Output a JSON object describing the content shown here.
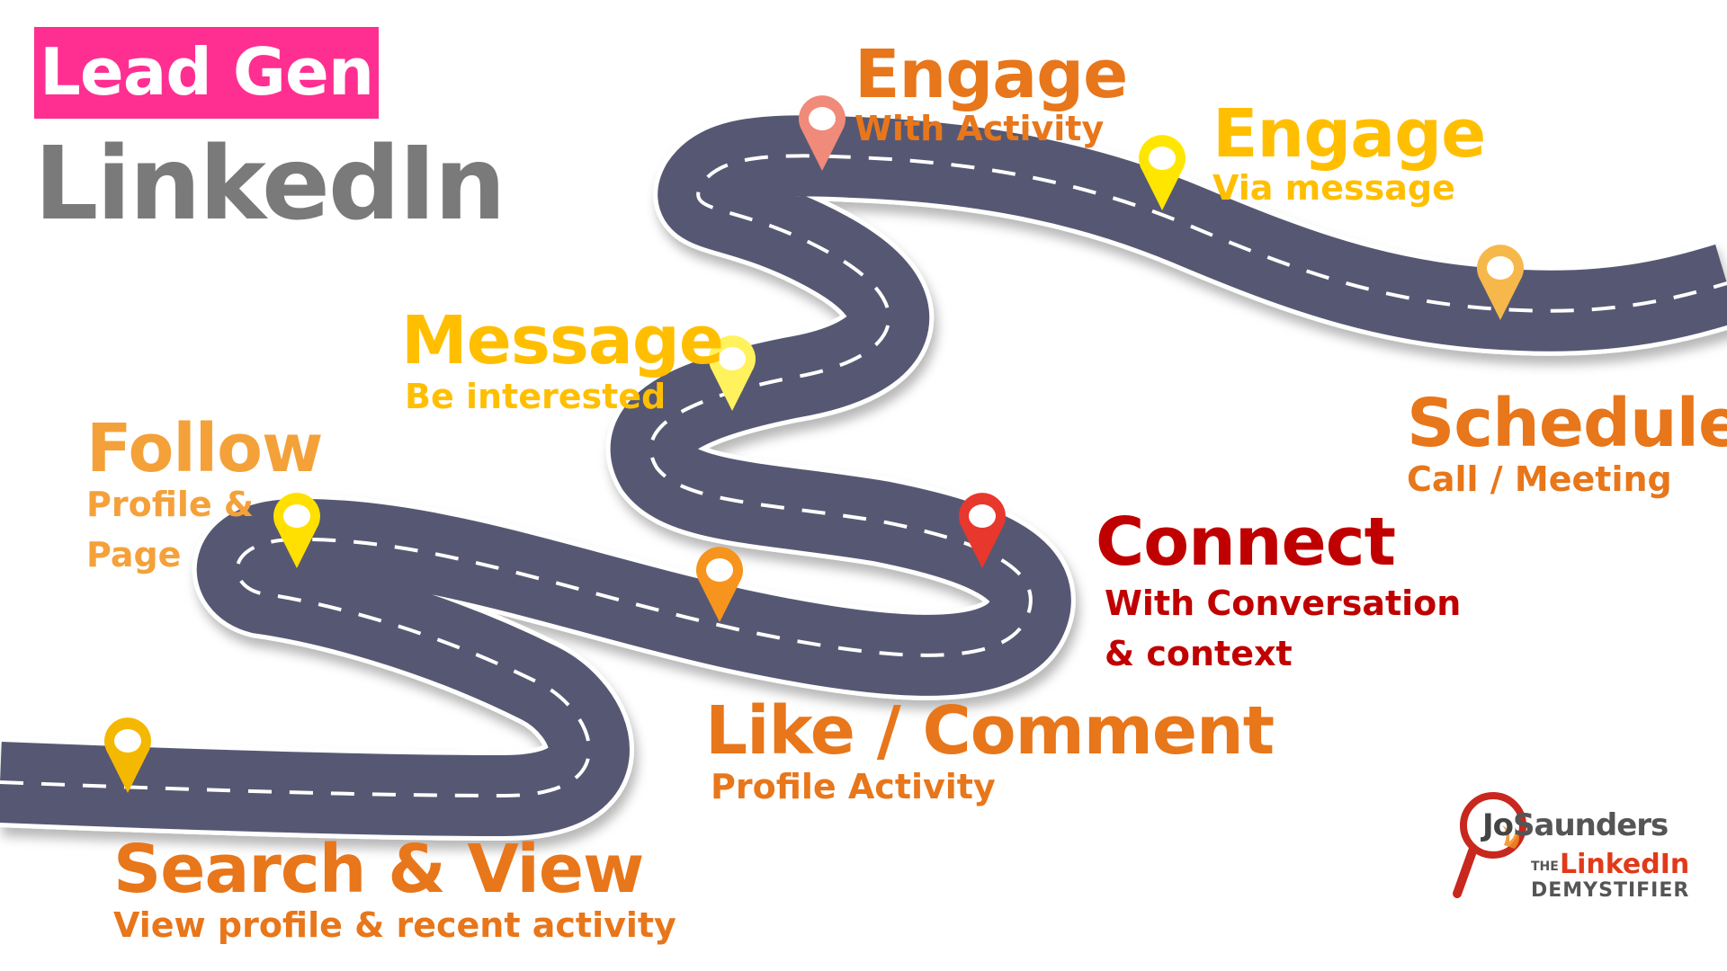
{
  "title": {
    "tag": "Lead Gen",
    "platform": "LinkedIn"
  },
  "steps": [
    {
      "heading": "Search & View",
      "sub": "View profile & recent activity"
    },
    {
      "heading": "Follow",
      "sub1": "Profile &",
      "sub2": "Page"
    },
    {
      "heading": "Like / Comment",
      "sub": "Profile Activity"
    },
    {
      "heading": "Connect",
      "sub1": "With Conversation",
      "sub2": "& context"
    },
    {
      "heading": "Message",
      "sub": "Be interested"
    },
    {
      "heading": "Engage",
      "sub": "With Activity"
    },
    {
      "heading": "Engage",
      "sub": "Via message"
    },
    {
      "heading": "Schedule",
      "sub": "Call / Meeting"
    }
  ],
  "logo": {
    "first": "Jo",
    "last": "Saunders",
    "the": "THE",
    "brand": "LinkedIn",
    "tagline": "DEMYSTIFIER"
  },
  "colors": {
    "road": "#565873",
    "lane": "#ffffff",
    "accent": "#ff2f92",
    "orange": "#e8761a",
    "amber": "#ffbf00",
    "red": "#c00000",
    "lightOrange": "#f4a13a"
  },
  "pins": [
    {
      "name": "pin-search-icon",
      "color": "#f5b800"
    },
    {
      "name": "pin-follow-icon",
      "color": "#ffe000"
    },
    {
      "name": "pin-like-icon",
      "color": "#f7941d"
    },
    {
      "name": "pin-connect-icon",
      "color": "#e8372c"
    },
    {
      "name": "pin-message-icon",
      "color": "#fff25c"
    },
    {
      "name": "pin-engage-activity-icon",
      "color": "#f08a7a"
    },
    {
      "name": "pin-engage-message-icon",
      "color": "#ffe600"
    },
    {
      "name": "pin-schedule-icon",
      "color": "#f7b84b"
    }
  ]
}
